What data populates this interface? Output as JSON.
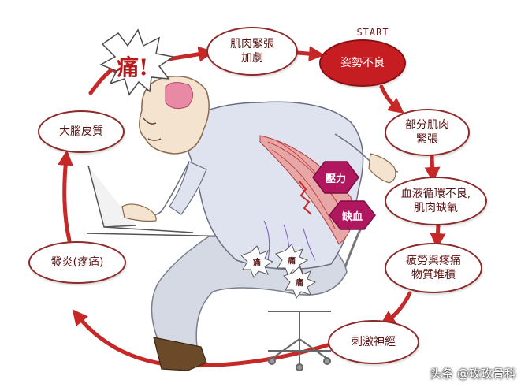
{
  "diagram": {
    "start_marker": "START",
    "pain_exclamation": "痛!",
    "cycle_nodes": [
      {
        "id": "posture",
        "lines": [
          "姿勢不良"
        ]
      },
      {
        "id": "partial-tension",
        "lines": [
          "部分肌肉",
          "緊張"
        ]
      },
      {
        "id": "circulation",
        "lines": [
          "血液循環不良,",
          "肌肉缺氧"
        ]
      },
      {
        "id": "fatigue",
        "lines": [
          "疲勞與疼痛",
          "物質堆積"
        ]
      },
      {
        "id": "nerve",
        "lines": [
          "刺激神經"
        ]
      },
      {
        "id": "inflammation",
        "lines": [
          "發炎(疼痛)"
        ]
      },
      {
        "id": "cortex",
        "lines": [
          "大腦皮質"
        ]
      },
      {
        "id": "muscle-tension",
        "lines": [
          "肌肉緊張",
          "加劇"
        ]
      }
    ],
    "body_labels": {
      "pressure": "壓力",
      "ischemia": "缺血",
      "pain_marks": [
        "痛",
        "痛",
        "痛"
      ]
    }
  },
  "watermark": "头条 @玫玫骨科",
  "colors": {
    "cycle_arrow": "#c62828",
    "start_node": "#c61d22",
    "node_border": "#8d2a2a",
    "hexagon": "#b0175f",
    "shirt": "#dfe3ef",
    "pants": "#d5d9e3"
  }
}
